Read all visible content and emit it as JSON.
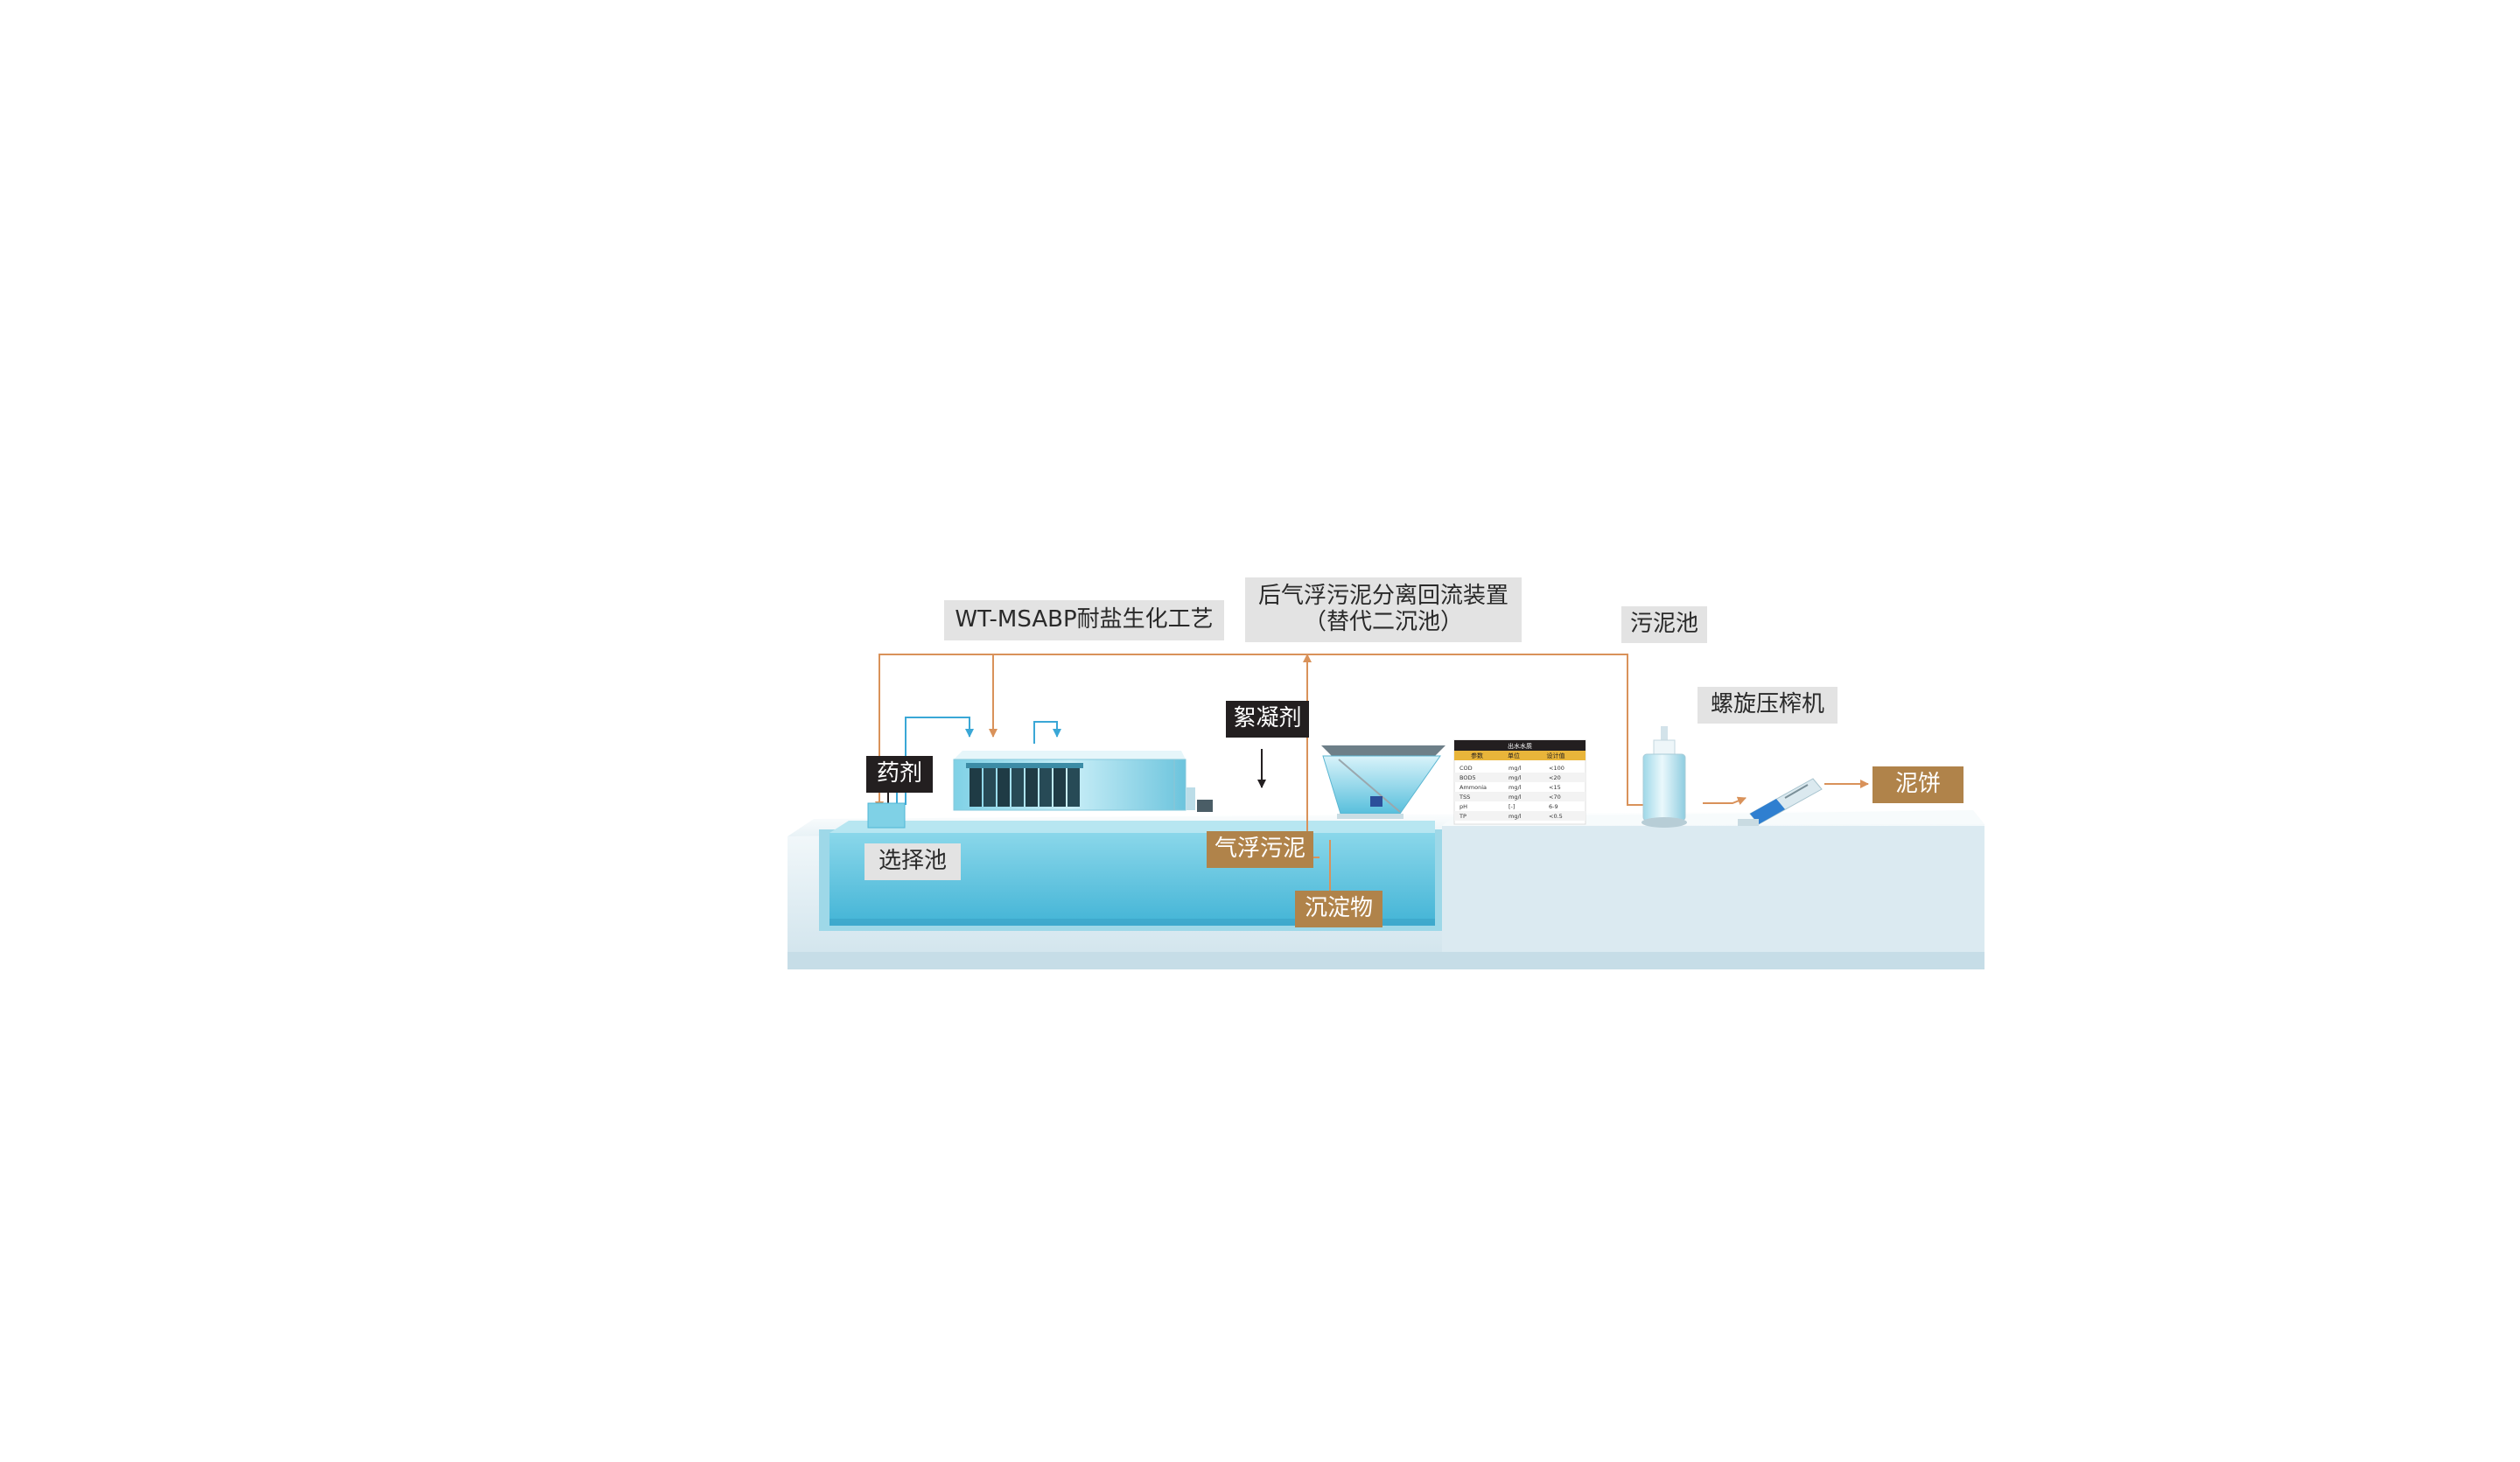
{
  "colors": {
    "orange_line": "#d9925a",
    "blue_line": "#3aa7d6",
    "water": "#5cc6e0",
    "base": "#e3eff4",
    "label_gray": "#e3e3e3",
    "label_dark": "#231f20",
    "label_brown": "#b0834a",
    "table_header": "#231f20",
    "table_subheader": "#e9b53a"
  },
  "labels": {
    "bio_process": "WT-MSABP耐盐生化工艺",
    "separator_line1": "后气浮污泥分离回流装置",
    "separator_line2": "（替代二沉池）",
    "sludge_tank": "污泥池",
    "screw_press": "螺旋压榨机",
    "flocculant": "絮凝剂",
    "chemical": "药剂",
    "selection_tank": "选择池",
    "float_sludge": "气浮污泥",
    "sediment": "沉淀物",
    "sludge_cake": "泥饼"
  },
  "effluent_table": {
    "title": "出水水质",
    "headers": [
      "参数",
      "单位",
      "设计值"
    ],
    "rows": [
      [
        "COD",
        "mg/l",
        "<100"
      ],
      [
        "BOD5",
        "mg/l",
        "<20"
      ],
      [
        "Ammonia",
        "mg/l",
        "<15"
      ],
      [
        "TSS",
        "mg/l",
        "<70"
      ],
      [
        "pH",
        "[-]",
        "6-9"
      ],
      [
        "TP",
        "mg/l",
        "<0.5"
      ]
    ]
  }
}
